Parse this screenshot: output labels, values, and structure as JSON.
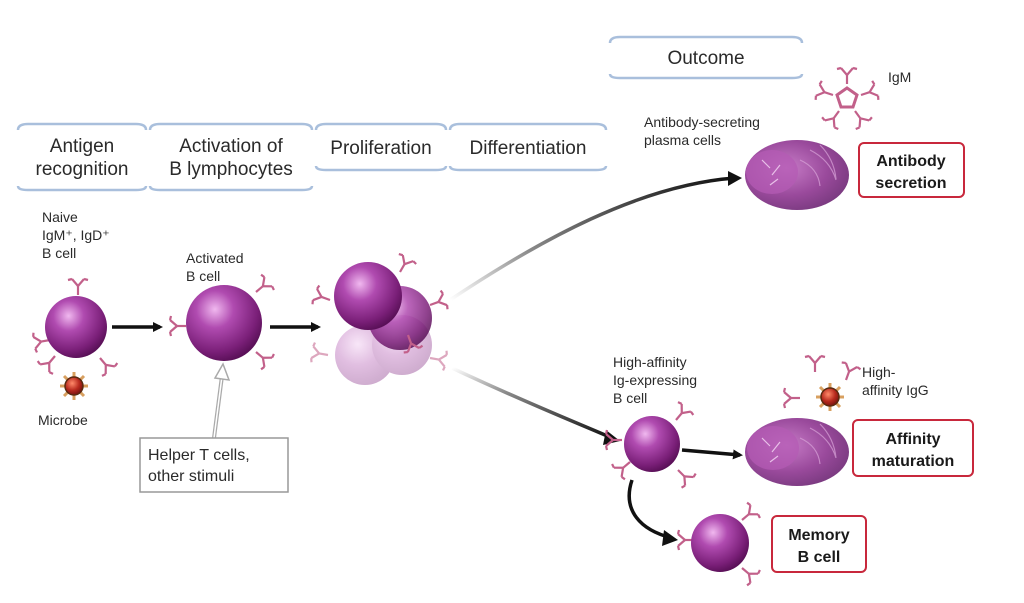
{
  "stages": {
    "antigen_recognition": [
      "Antigen",
      "recognition"
    ],
    "activation": [
      "Activation of",
      "B lymphocytes"
    ],
    "proliferation": "Proliferation",
    "differentiation": "Differentiation",
    "outcome": "Outcome"
  },
  "labels": {
    "naive_cell": [
      "Naive",
      "IgM⁺, IgD⁺",
      "B cell"
    ],
    "microbe": "Microbe",
    "activated_cell": [
      "Activated",
      "B cell"
    ],
    "helper_t": [
      "Helper T cells,",
      "other stimuli"
    ],
    "plasma_cells": [
      "Antibody-secreting",
      "plasma cells"
    ],
    "igm": "IgM",
    "high_affinity_cell": [
      "High-affinity",
      "Ig-expressing",
      "B cell"
    ],
    "high_affinity_igg": [
      "High-",
      "affinity IgG"
    ]
  },
  "outcomes": {
    "antibody_secretion": [
      "Antibody",
      "secretion"
    ],
    "affinity_maturation": [
      "Affinity",
      "maturation"
    ],
    "memory_b_cell": [
      "Memory",
      "B cell"
    ]
  },
  "colors": {
    "cell_purple": "#8e2e8c",
    "receptor_pink": "#c2608a",
    "header_border": "#a9bfdc",
    "outcome_border": "#c8283c",
    "arrow": "#111111",
    "microbe_red": "#b82a1e"
  }
}
